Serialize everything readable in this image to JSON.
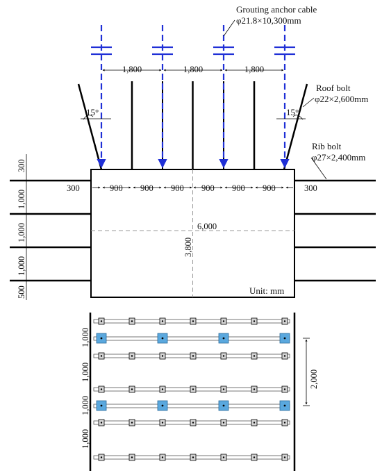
{
  "labels": {
    "anchor_cable_title": "Grouting anchor cable",
    "anchor_cable_spec": "φ21.8×10,300mm",
    "roof_bolt_title": "Roof bolt",
    "roof_bolt_spec": "φ22×2,600mm",
    "rib_bolt_title": "Rib bolt",
    "rib_bolt_spec": "φ27×2,400mm",
    "unit": "Unit: mm",
    "width": "6,000",
    "height": "3,800"
  },
  "dimensions": {
    "cable_spacing": [
      "1,800",
      "1,800",
      "1,800"
    ],
    "roof_edge_left": "300",
    "roof_edge_right": "300",
    "roof_bolt_spacing": [
      "900",
      "900",
      "900",
      "900",
      "900",
      "900"
    ],
    "rib_spacing_left": [
      "300",
      "1,000",
      "1,000",
      "1,000",
      "500"
    ],
    "plan_spacing_left": [
      "1,000",
      "1,000",
      "1,000",
      "1,000"
    ],
    "plan_cable_row_spacing": "2,000"
  },
  "angles": {
    "left": "15°",
    "right": "15°"
  },
  "colors": {
    "anchor_cable": "#1f2fd6",
    "anchor_plate_fill": "#5aa8de",
    "centerline": "#9a9a9a",
    "line": "#000000"
  }
}
